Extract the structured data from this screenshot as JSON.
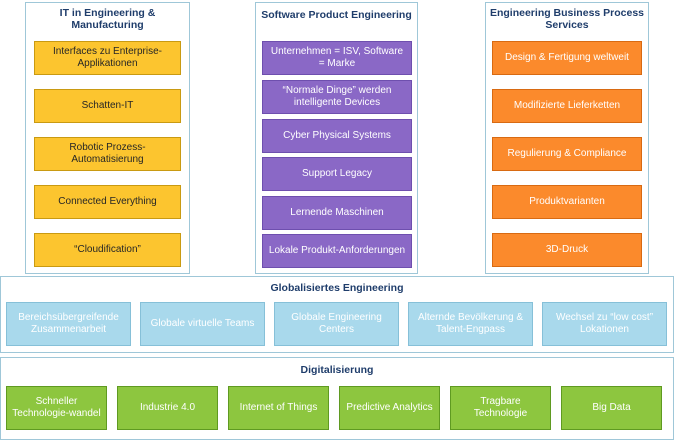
{
  "columns": [
    {
      "title": "IT in Engineering & Manufacturing",
      "items": [
        "Interfaces zu Enterprise-Applikationen",
        "Schatten-IT",
        "Robotic Prozess-Automatisierung",
        "Connected Everything",
        "“Cloudification”"
      ]
    },
    {
      "title": "Software Product Engineering",
      "items": [
        "Unternehmen = ISV, Software = Marke",
        "“Normale Dinge” werden intelligente Devices",
        "Cyber Physical Systems",
        "Support Legacy",
        "Lernende Maschinen",
        "Lokale Produkt-Anforderungen"
      ]
    },
    {
      "title": "Engineering Business Process Services",
      "items": [
        "Design & Fertigung weltweit",
        "Modifizierte Lieferketten",
        "Regulierung & Compliance",
        "Produktvarianten",
        "3D-Druck"
      ]
    }
  ],
  "bands": [
    {
      "title": "Globalisiertes Engineering",
      "items": [
        "Bereichsübergreifende Zusammenarbeit",
        "Globale virtuelle Teams",
        "Globale Engineering Centers",
        "Alternde Bevölkerung & Talent-Engpass",
        "Wechsel zu “low cost” Lokationen"
      ]
    },
    {
      "title": "Digitalisierung",
      "items": [
        "Schneller Technologie-wandel",
        "Industrie 4.0",
        "Internet of Things",
        "Predictive Analytics",
        "Tragbare Technologie",
        "Big Data"
      ]
    }
  ],
  "colors": {
    "yellow": "#fcc52f",
    "purple": "#8a68c6",
    "orange": "#fb8a2c",
    "blue": "#a9d9ec",
    "green": "#8dc63f",
    "title": "#1f3d6b",
    "border": "#9fc7d8"
  }
}
